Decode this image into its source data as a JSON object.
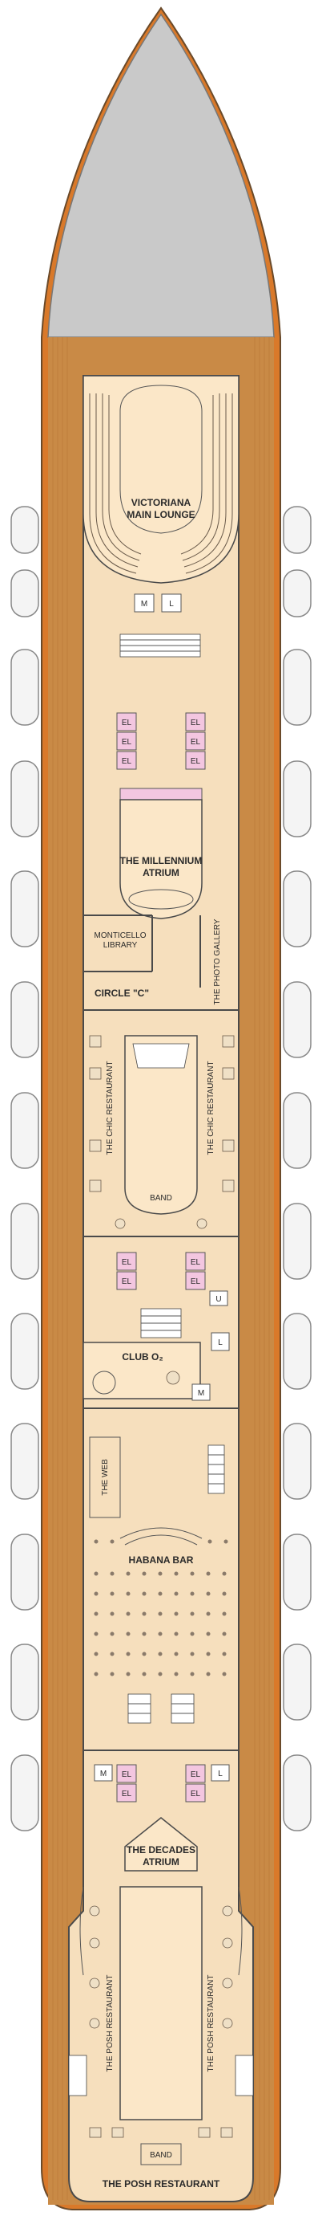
{
  "deck": {
    "colors": {
      "hull": "#d9792a",
      "wood": "#c98a46",
      "interior": "#f6dfbd",
      "bow": "#c9c9c9",
      "lifeboat": "#f4f4f4",
      "elevator": "#f3c6e0"
    },
    "venues": {
      "main_lounge_line1": "VICTORIANA",
      "main_lounge_line2": "MAIN LOUNGE",
      "atrium_fwd_line1": "THE MILLENNIUM",
      "atrium_fwd_line2": "ATRIUM",
      "library_line1": "MONTICELLO",
      "library_line2": "LIBRARY",
      "circle_c": "CIRCLE \"C\"",
      "photo_gallery": "THE PHOTO GALLERY",
      "chic_left": "THE CHIC RESTAURANT",
      "chic_right": "THE CHIC RESTAURANT",
      "band_mid": "BAND",
      "club_o2": "CLUB O₂",
      "the_web": "THE WEB",
      "habana_bar": "HABANA BAR",
      "atrium_aft_line1": "THE DECADES",
      "atrium_aft_line2": "ATRIUM",
      "posh_left": "THE POSH RESTAURANT",
      "posh_right": "THE POSH RESTAURANT",
      "band_aft": "BAND",
      "posh_bottom": "THE POSH RESTAURANT"
    },
    "symbols": {
      "elevator": "EL",
      "men": "M",
      "ladies": "L",
      "unisex": "U"
    }
  }
}
